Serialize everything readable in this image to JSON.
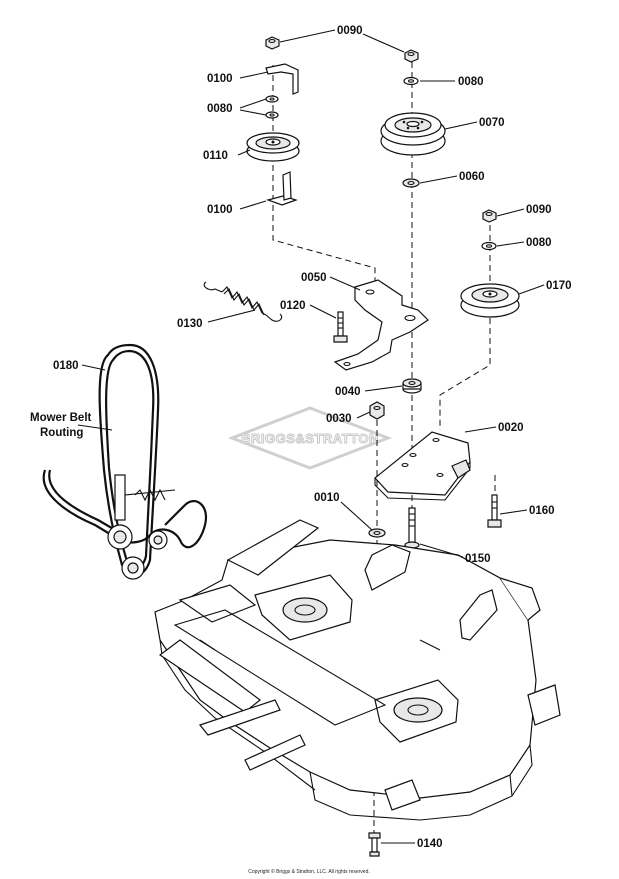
{
  "callouts": {
    "c0090a": "0090",
    "c0100a": "0100",
    "c0080a": "0080",
    "c0080b": "0080",
    "c0070": "0070",
    "c0110": "0110",
    "c0060": "0060",
    "c0100b": "0100",
    "c0090b": "0090",
    "c0080c": "0080",
    "c0050": "0050",
    "c0170": "0170",
    "c0120": "0120",
    "c0130": "0130",
    "c0180": "0180",
    "c0040": "0040",
    "c0030": "0030",
    "c0020": "0020",
    "c0010": "0010",
    "c0160": "0160",
    "c0150": "0150",
    "c0140": "0140"
  },
  "belt_routing": {
    "line1": "Mower Belt",
    "line2": "Routing"
  },
  "watermark": "BRIGGS&STRATTON",
  "copyright": "Copyright © Briggs & Stratton, LLC. All rights reserved."
}
